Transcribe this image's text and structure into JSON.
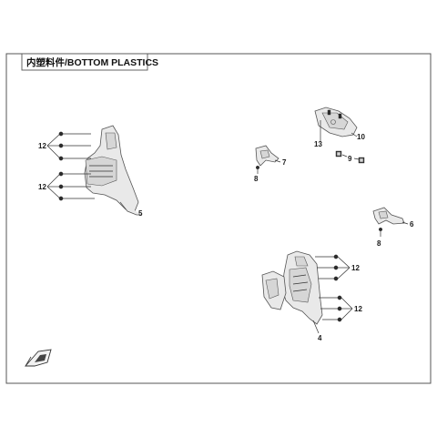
{
  "title": "内塑料件/BOTTOM PLASTICS",
  "callouts": {
    "c12a": "12",
    "c12b": "12",
    "c5": "5",
    "c13": "13",
    "c10": "10",
    "c9": "9",
    "c7": "7",
    "c8a": "8",
    "c6": "6",
    "c8b": "8",
    "c12c": "12",
    "c12d": "12",
    "c4": "4"
  },
  "colors": {
    "frame": "#555555",
    "part_fill": "#e9e9e9",
    "dark": "#2b2b2b"
  }
}
